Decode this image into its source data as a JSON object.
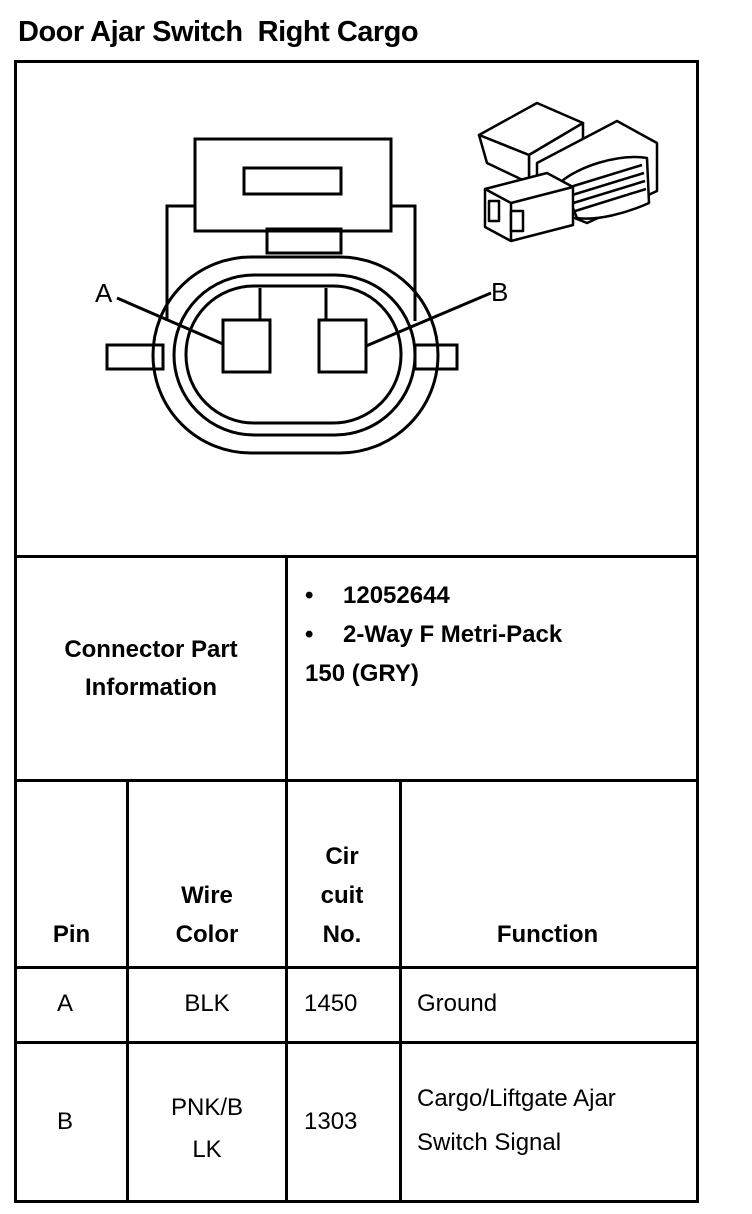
{
  "title": "Door Ajar Switch  Right Cargo",
  "diagram": {
    "pin_labels": [
      "A",
      "B"
    ],
    "colors": {
      "stroke": "#000000",
      "background": "#ffffff"
    }
  },
  "connector_info": {
    "label_line1": "Connector Part",
    "label_line2": "Information",
    "bullets": [
      "12052644",
      "2-Way F Metri-Pack"
    ],
    "continuation": "150 (GRY)"
  },
  "table": {
    "headers": {
      "pin": "Pin",
      "wire_line1": "Wire",
      "wire_line2": "Color",
      "circuit_line1": "Cir",
      "circuit_line2": "cuit",
      "circuit_line3": "No.",
      "function": "Function"
    },
    "rows": [
      {
        "pin": "A",
        "wire_line1": "BLK",
        "wire_line2": "",
        "circuit": "1450",
        "function_line1": "Ground",
        "function_line2": ""
      },
      {
        "pin": "B",
        "wire_line1": "PNK/B",
        "wire_line2": "LK",
        "circuit": "1303",
        "function_line1": "Cargo/Liftgate Ajar",
        "function_line2": "Switch Signal"
      }
    ]
  }
}
